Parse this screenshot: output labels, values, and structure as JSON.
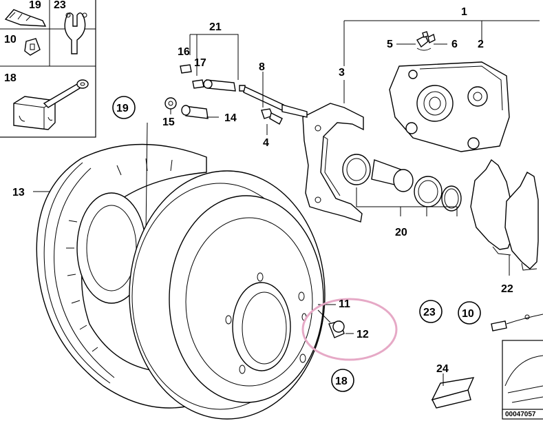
{
  "diagram": {
    "title": "Rear brake disc / caliper exploded parts diagram",
    "image_code": "00047057",
    "highlight_color": "#e6a9c6",
    "inset_boxes": [
      {
        "label": "19",
        "part": "brake-line-clip"
      },
      {
        "label": "23",
        "part": "retaining-spring"
      },
      {
        "label": "10",
        "part": "clip"
      },
      {
        "label": "18",
        "part": "pad-wear-sensor"
      }
    ],
    "callouts": [
      {
        "id": "1",
        "text": "1"
      },
      {
        "id": "2",
        "text": "2"
      },
      {
        "id": "3",
        "text": "3"
      },
      {
        "id": "4",
        "text": "4"
      },
      {
        "id": "5",
        "text": "5"
      },
      {
        "id": "6",
        "text": "6"
      },
      {
        "id": "8",
        "text": "8"
      },
      {
        "id": "11",
        "text": "11"
      },
      {
        "id": "12",
        "text": "12"
      },
      {
        "id": "13",
        "text": "13"
      },
      {
        "id": "14",
        "text": "14"
      },
      {
        "id": "15",
        "text": "15"
      },
      {
        "id": "16",
        "text": "16"
      },
      {
        "id": "17",
        "text": "17"
      },
      {
        "id": "20",
        "text": "20"
      },
      {
        "id": "21",
        "text": "21"
      },
      {
        "id": "22",
        "text": "22"
      },
      {
        "id": "24",
        "text": "24"
      }
    ],
    "circled_refs": [
      {
        "id": "19",
        "text": "19"
      },
      {
        "id": "23",
        "text": "23"
      },
      {
        "id": "10",
        "text": "10"
      },
      {
        "id": "18",
        "text": "18"
      }
    ],
    "highlighted_part": "12"
  }
}
